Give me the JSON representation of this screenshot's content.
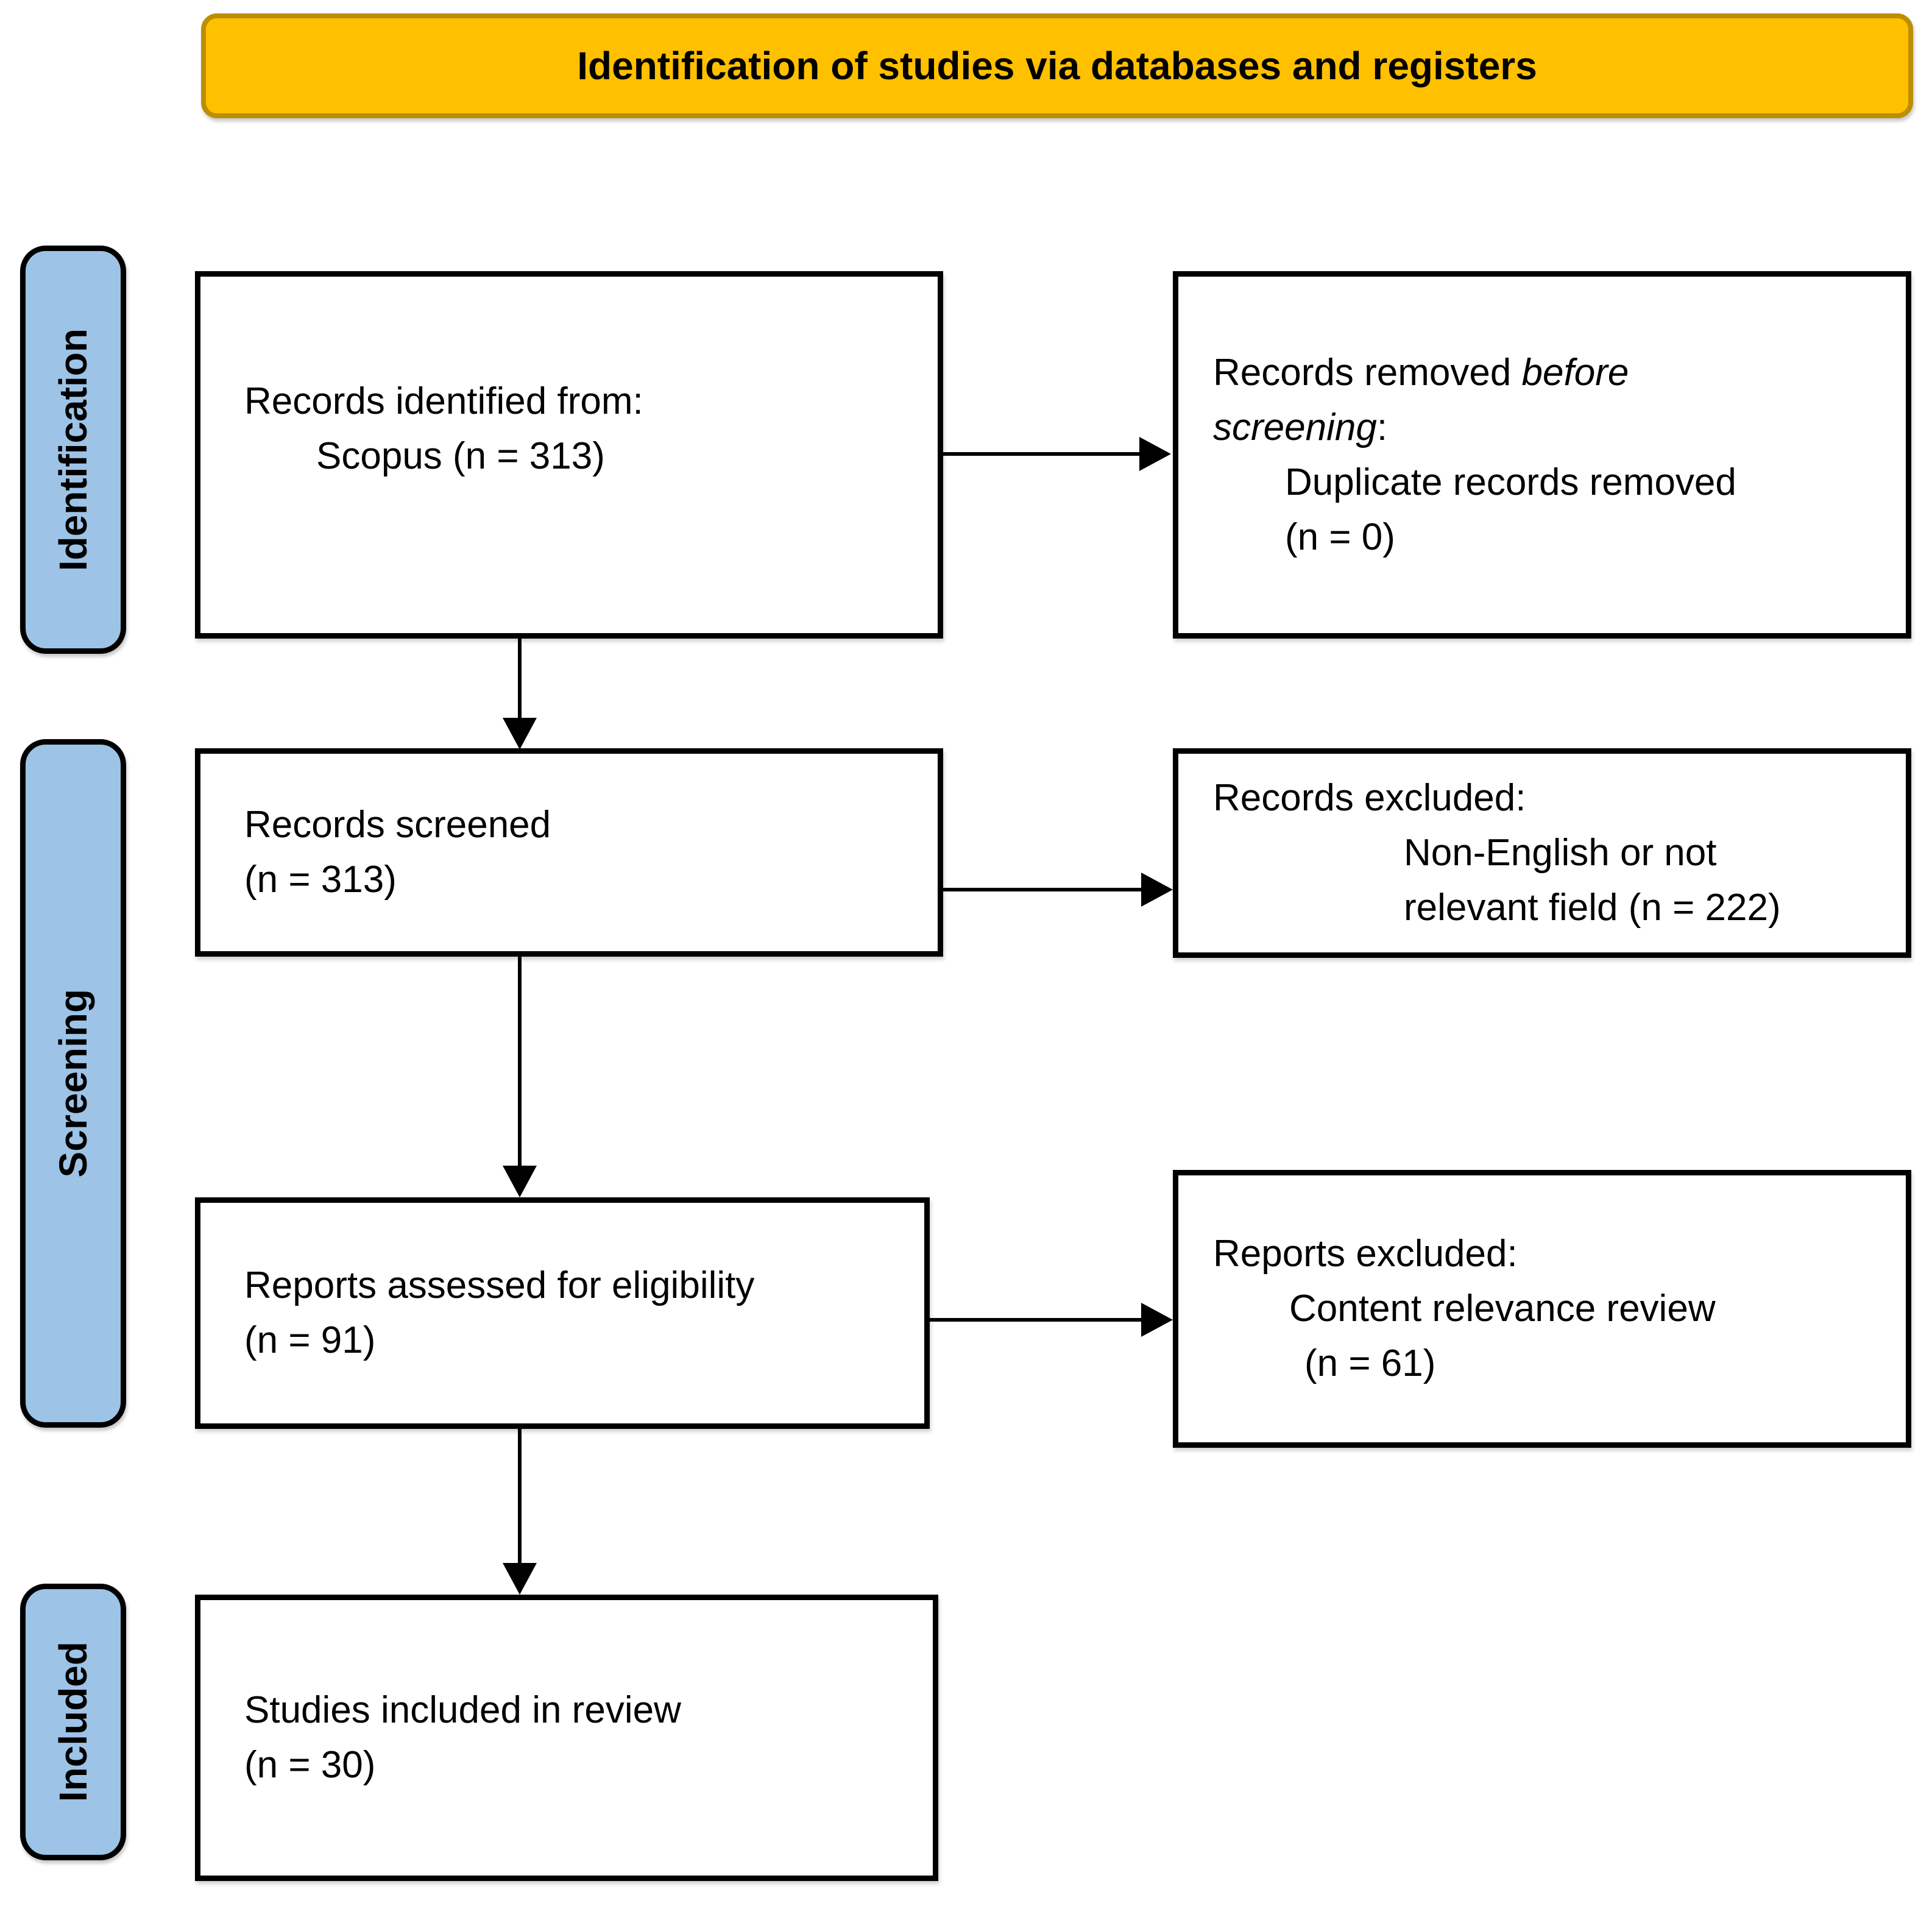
{
  "banner": {
    "title": "Identification of studies via databases and registers"
  },
  "colors": {
    "banner_bg": "#FFC000",
    "banner_border": "#BC8E00",
    "stage_bg": "#9DC3E6",
    "stage_border": "#000000",
    "box_bg": "#FFFFFF",
    "box_border": "#000000",
    "arrow": "#000000",
    "text": "#000000"
  },
  "stages": {
    "identification": "Identification",
    "screening": "Screening",
    "included": "Included"
  },
  "boxes": {
    "records_identified": {
      "line1": "Records identified from:",
      "line2": "Scopus (n = 313)"
    },
    "records_removed": {
      "line1_normal": "Records removed ",
      "line1_italic": "before",
      "line2_italic": "screening",
      "line2_normal": ":",
      "line3": "Duplicate records removed",
      "line4": "(n = 0)"
    },
    "records_screened": {
      "line1": "Records screened",
      "line2": "(n = 313)"
    },
    "records_excluded": {
      "line1": "Records excluded:",
      "line2": "Non-English or not",
      "line3": "relevant field (n = 222)"
    },
    "reports_assessed": {
      "line1": "Reports assessed for eligibility",
      "line2": "(n = 91)"
    },
    "reports_excluded": {
      "line1": "Reports excluded:",
      "line2": "Content relevance review",
      "line3": "(n = 61)"
    },
    "studies_included": {
      "line1": "Studies included in review",
      "line2": "(n = 30)"
    }
  }
}
